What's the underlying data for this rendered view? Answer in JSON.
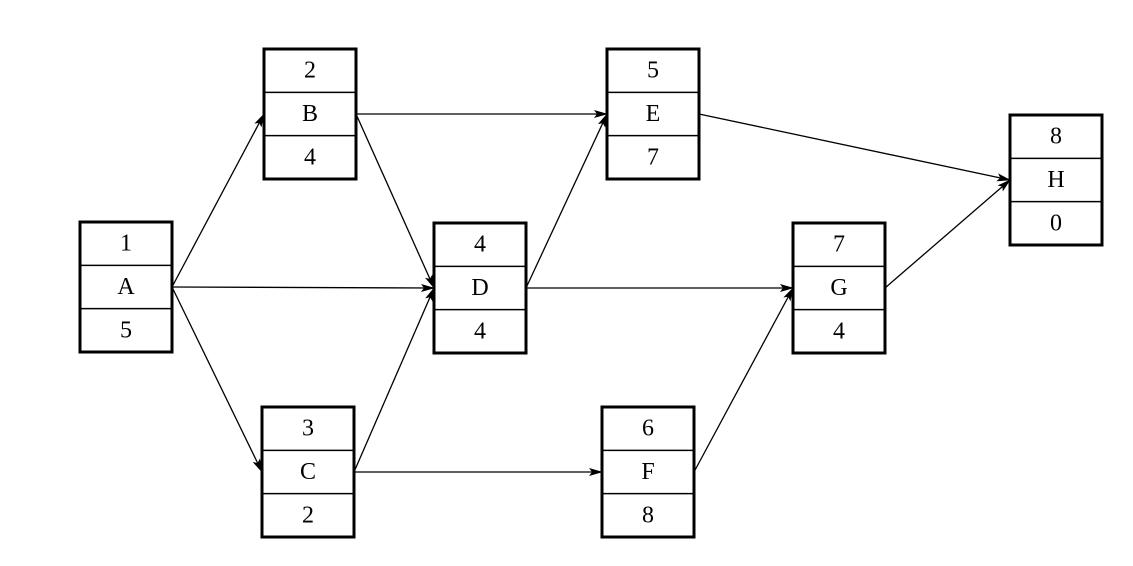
{
  "diagram": {
    "nodes": [
      {
        "id": "A",
        "number": "1",
        "label": "A",
        "duration": "5"
      },
      {
        "id": "B",
        "number": "2",
        "label": "B",
        "duration": "4"
      },
      {
        "id": "C",
        "number": "3",
        "label": "C",
        "duration": "2"
      },
      {
        "id": "D",
        "number": "4",
        "label": "D",
        "duration": "4"
      },
      {
        "id": "E",
        "number": "5",
        "label": "E",
        "duration": "7"
      },
      {
        "id": "F",
        "number": "6",
        "label": "F",
        "duration": "8"
      },
      {
        "id": "G",
        "number": "7",
        "label": "G",
        "duration": "4"
      },
      {
        "id": "H",
        "number": "8",
        "label": "H",
        "duration": "0"
      }
    ],
    "edges": [
      {
        "from": "A",
        "to": "B"
      },
      {
        "from": "A",
        "to": "D"
      },
      {
        "from": "A",
        "to": "C"
      },
      {
        "from": "B",
        "to": "E"
      },
      {
        "from": "B",
        "to": "D"
      },
      {
        "from": "C",
        "to": "D"
      },
      {
        "from": "C",
        "to": "F"
      },
      {
        "from": "D",
        "to": "E"
      },
      {
        "from": "D",
        "to": "G"
      },
      {
        "from": "E",
        "to": "H"
      },
      {
        "from": "F",
        "to": "G"
      },
      {
        "from": "G",
        "to": "H"
      }
    ]
  }
}
